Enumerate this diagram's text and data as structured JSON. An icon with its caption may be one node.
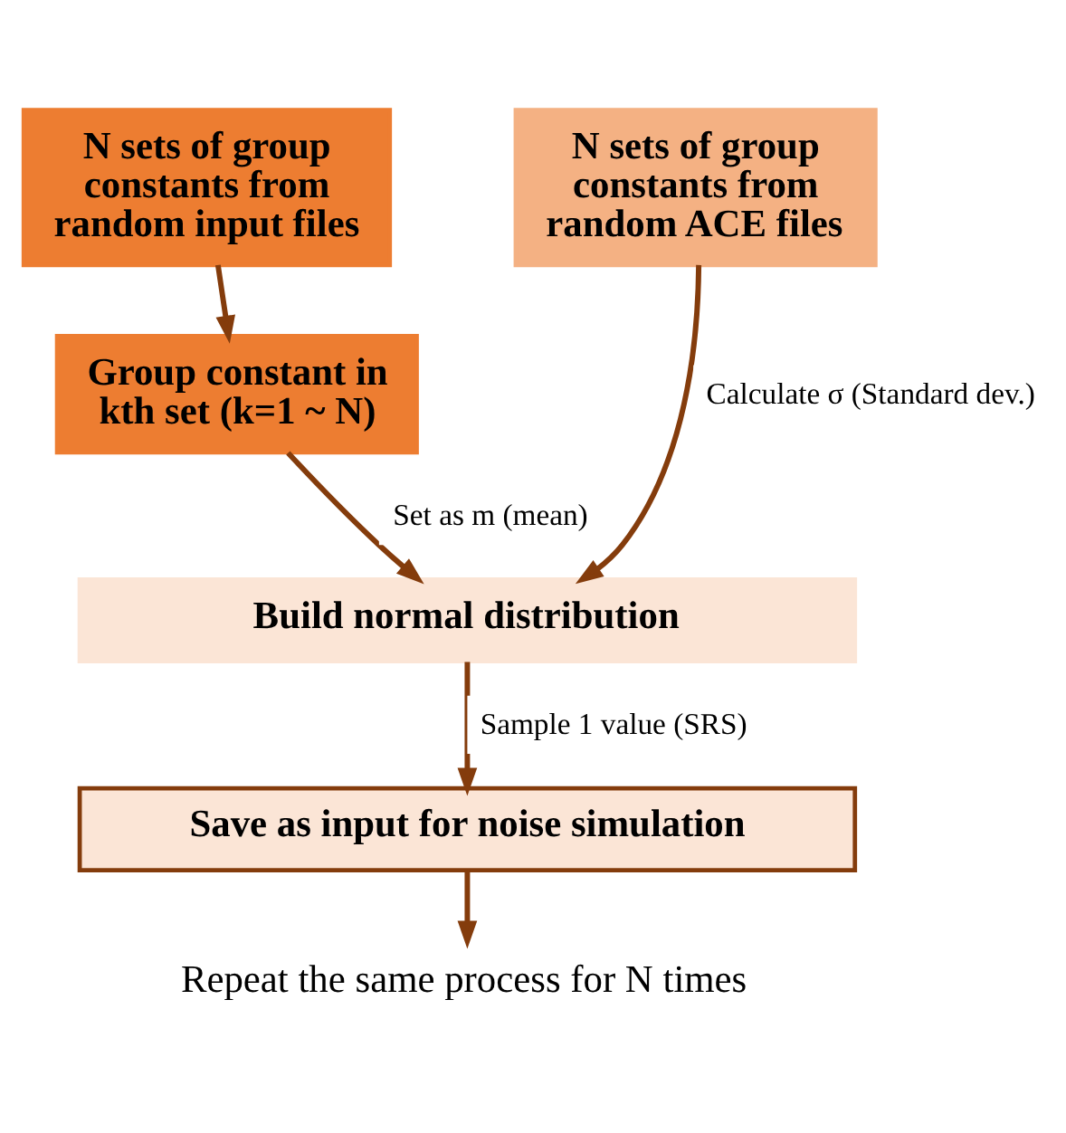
{
  "diagram": {
    "nodes": [
      {
        "text": [
          "N sets of group constants from random input files"
        ]
      },
      {
        "text": [
          "N sets of group constants from random ACE files"
        ]
      },
      {
        "text": [
          "Group constant in kth set (k=1 ~ N)"
        ]
      },
      {
        "text": [
          "Build normal distribution"
        ]
      },
      {
        "text": [
          "Save as input for noise simulation"
        ]
      },
      {
        "text": [
          "Repeat the same process for N times"
        ]
      }
    ],
    "edges": [
      {
        "from": 0,
        "to": 2,
        "arrow": "to"
      },
      {
        "from": 2,
        "to": 3,
        "arrow": "to",
        "label": "Set as m (mean)"
      },
      {
        "from": 1,
        "to": 3,
        "arrow": "to",
        "label": "Calculate σ (Standard dev.)"
      },
      {
        "from": 3,
        "to": 4,
        "arrow": "to",
        "label": "Sample 1 value (SRS)"
      },
      {
        "from": 4,
        "to": 5,
        "arrow": "to"
      }
    ]
  }
}
